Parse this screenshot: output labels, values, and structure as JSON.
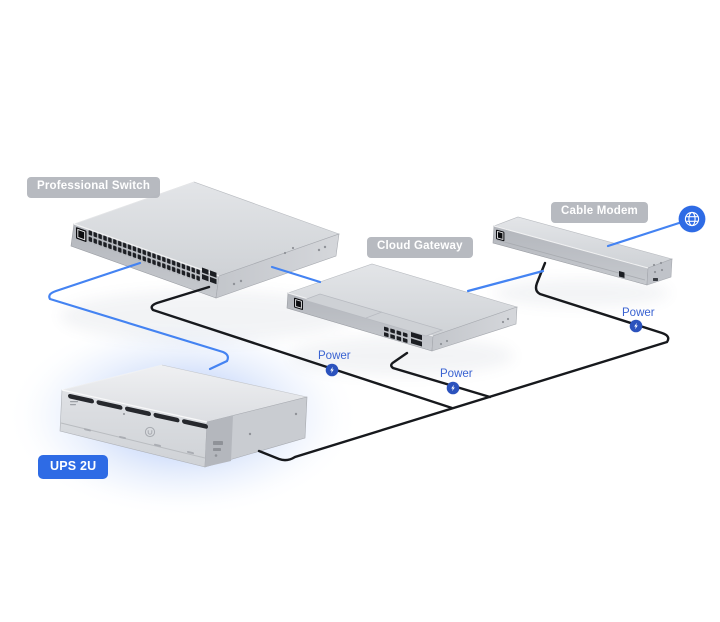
{
  "diagram": {
    "devices": [
      {
        "name": "professional-switch",
        "label": "Professional Switch",
        "badge_style": "gray"
      },
      {
        "name": "cloud-gateway",
        "label": "Cloud Gateway",
        "badge_style": "gray"
      },
      {
        "name": "cable-modem",
        "label": "Cable Modem",
        "badge_style": "gray"
      },
      {
        "name": "ups-2u",
        "label": "UPS 2U",
        "badge_style": "blue",
        "highlighted": true
      }
    ],
    "power_tags": [
      {
        "label": "Power"
      },
      {
        "label": "Power"
      },
      {
        "label": "Power"
      }
    ],
    "icons": {
      "internet": "globe-icon",
      "power": "lightning-icon"
    },
    "colors": {
      "badge_gray": "#b2b5bb",
      "badge_blue": "#2e6be5",
      "power_text": "#3a63d2",
      "power_dot": "#2b52bd",
      "data_cable": "#4483f2",
      "power_cable": "#17191d",
      "globe": "#2e6be5",
      "ups_glow": "#a9c3f7"
    }
  }
}
